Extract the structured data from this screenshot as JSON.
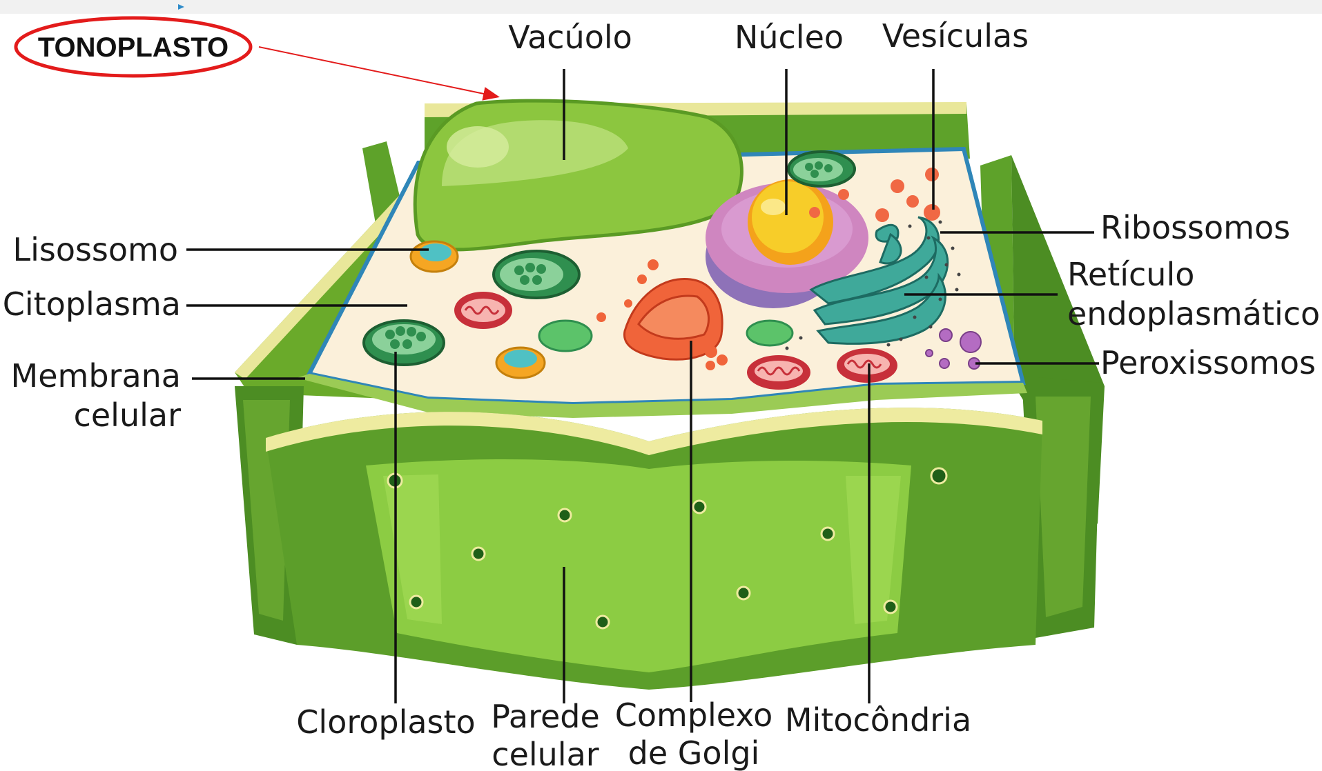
{
  "callout": {
    "label": "TONOPLASTO",
    "ring_color": "#e31b1b",
    "arrow_color": "#e31b1b"
  },
  "labels": {
    "vacuolo": "Vacúolo",
    "nucleo": "Núcleo",
    "vesiculas": "Vesículas",
    "ribossomos": "Ribossomos",
    "reticulo_1": "Retículo",
    "reticulo_2": "endoplasmático",
    "peroxissomos": "Peroxissomos",
    "lisossomo": "Lisossomo",
    "citoplasma": "Citoplasma",
    "membrana_1": "Membrana",
    "membrana_2": "celular",
    "cloroplasto": "Cloroplasto",
    "parede_1": "Parede",
    "parede_2": "celular",
    "golgi_1": "Complexo",
    "golgi_2": "de Golgi",
    "mitocondria": "Mitocôndria"
  },
  "colors": {
    "cell_wall": "#6aaa2a",
    "cell_wall_dark": "#3f7f1c",
    "cytoplasm": "#fbf0da",
    "membrane": "#2f86b8",
    "vacuole": "#8cc63f",
    "nucleus_envelope": "#cf86c0",
    "nucleolus": "#f4c21b",
    "er": "#3fa99a",
    "golgi": "#f0643a",
    "mitochondria": "#c7303a",
    "chloroplast": "#2f8f4f",
    "peroxisome": "#b46cc2",
    "lysosome": "#f5a623"
  }
}
